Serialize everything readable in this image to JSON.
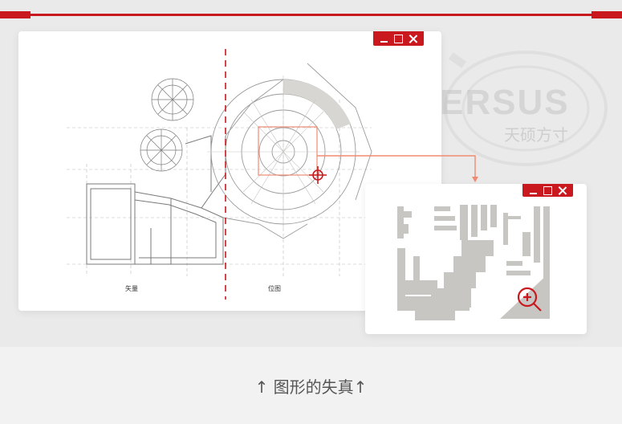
{
  "main_window": {
    "left_label": "矢量",
    "right_label": "位图",
    "controls": [
      "minimize-icon",
      "maximize-icon",
      "close-icon"
    ]
  },
  "zoom_window": {
    "controls": [
      "minimize-icon",
      "maximize-icon",
      "close-icon"
    ],
    "magnifier": "zoom-in-icon"
  },
  "watermark": {
    "brand": "ERSUS",
    "brand_sub": "天硕方寸"
  },
  "caption": "↑ 图形的失真↑",
  "colors": {
    "accent": "#c9191e",
    "link_line": "#f08a72",
    "drawing": "#8a8a8a",
    "pixel": "#c8c6c2"
  }
}
